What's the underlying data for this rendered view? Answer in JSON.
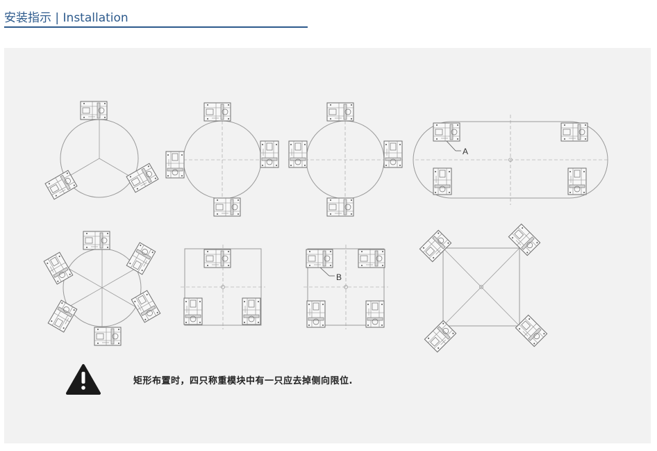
{
  "header": {
    "title": "安装指示 | Installation"
  },
  "diagram": {
    "label_a": "A",
    "label_b": "B",
    "note": "矩形布置时，四只称重模块中有一只应去掉侧向限位."
  },
  "colors": {
    "accent": "#2d5a8c",
    "panel_bg": "#f2f2f2",
    "line": "#9a9a9a",
    "module_fill": "#f8f8f8",
    "warning_icon": "#1a1a1a"
  },
  "icons": {
    "warning": "warning-triangle-icon"
  }
}
